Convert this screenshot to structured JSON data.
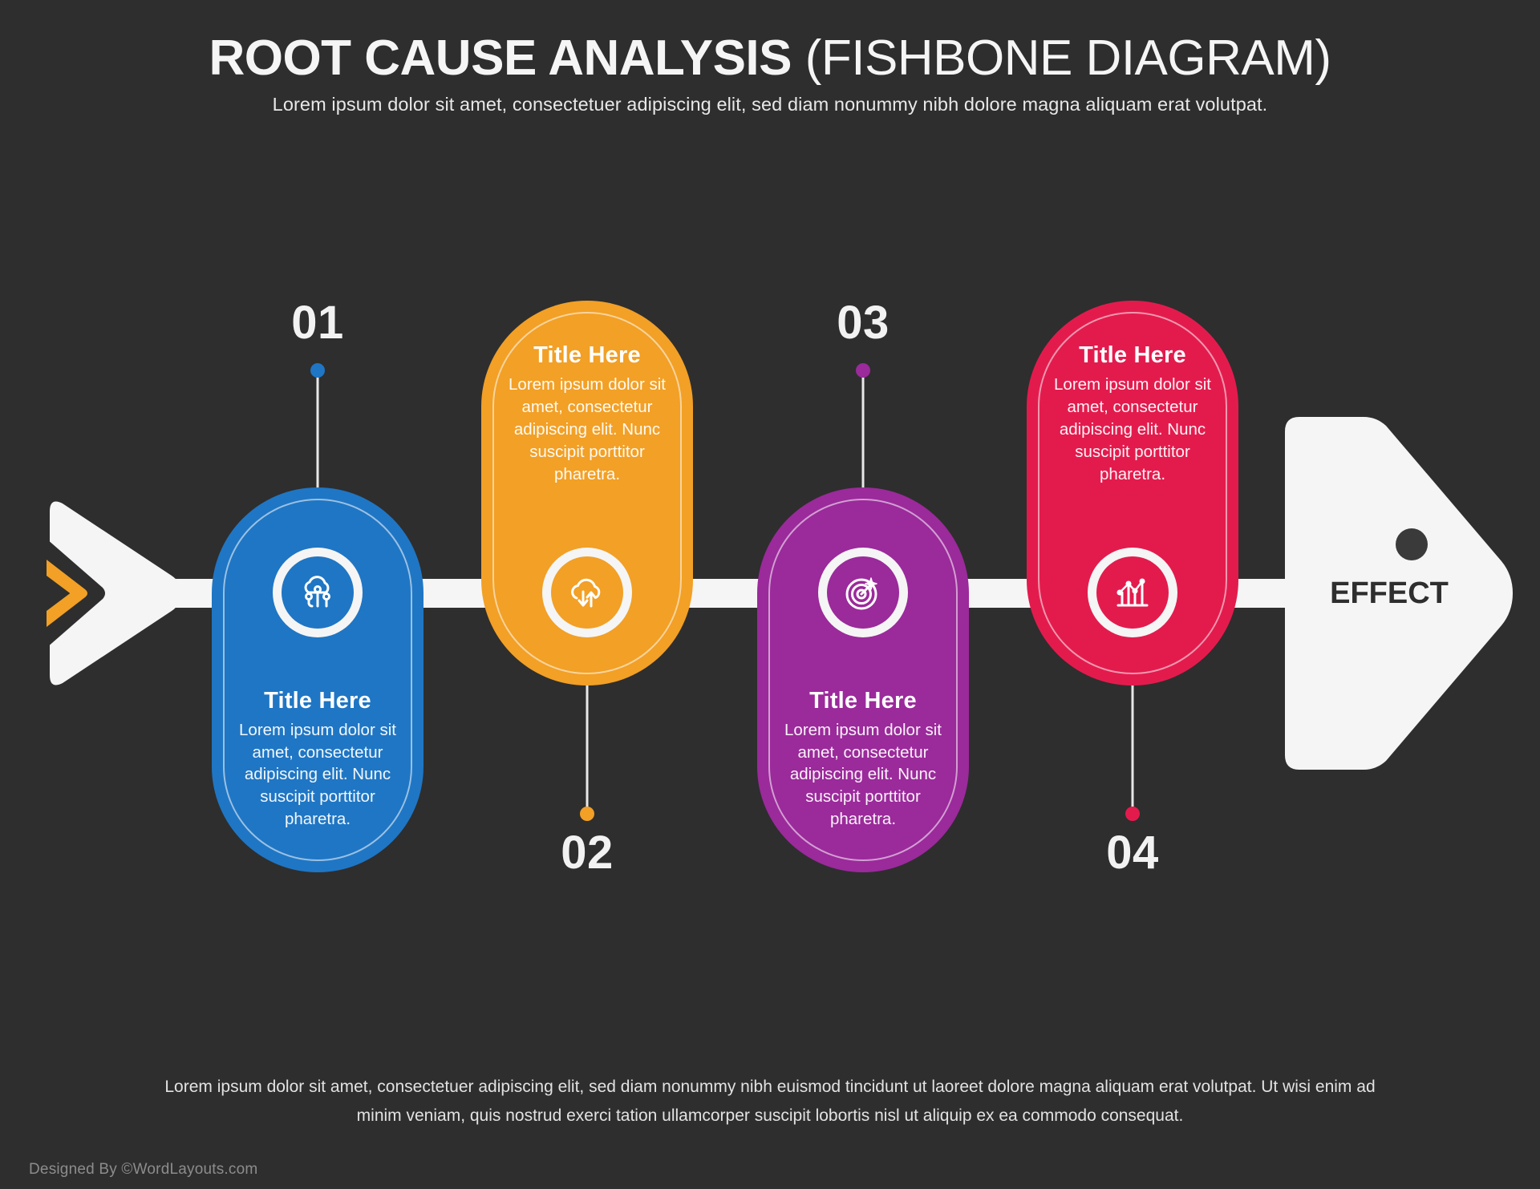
{
  "header": {
    "title_bold": "ROOT CAUSE ANALYSIS",
    "title_light": "(FISHBONE DIAGRAM)",
    "subtitle": "Lorem ipsum dolor sit amet, consectetuer adipiscing elit, sed diam nonummy nibh dolore magna aliquam erat volutpat."
  },
  "diagram": {
    "effect_label": "EFFECT",
    "colors": {
      "background": "#2e2e2e",
      "spine": "#f5f5f5",
      "tail_chevron": "#f2a026",
      "blue": "#1f76c4",
      "orange": "#f2a026",
      "purple": "#9b2a9b",
      "red": "#e31b4d"
    },
    "causes": [
      {
        "number": "01",
        "title": "Title Here",
        "body": "Lorem ipsum dolor sit amet, consectetur adipiscing elit. Nunc suscipit porttitor pharetra.",
        "color": "#1f76c4",
        "icon": "cloud-circuit-icon",
        "position": "below-spine"
      },
      {
        "number": "02",
        "title": "Title Here",
        "body": "Lorem ipsum dolor sit amet, consectetur adipiscing elit. Nunc suscipit porttitor pharetra.",
        "color": "#f2a026",
        "icon": "cloud-sync-icon",
        "position": "above-spine"
      },
      {
        "number": "03",
        "title": "Title Here",
        "body": "Lorem ipsum dolor sit amet, consectetur adipiscing elit. Nunc suscipit porttitor pharetra.",
        "color": "#9b2a9b",
        "icon": "target-dart-icon",
        "position": "below-spine"
      },
      {
        "number": "04",
        "title": "Title Here",
        "body": "Lorem ipsum dolor sit amet, consectetur adipiscing elit. Nunc suscipit porttitor pharetra.",
        "color": "#e31b4d",
        "icon": "bar-line-chart-icon",
        "position": "above-spine"
      }
    ]
  },
  "footer": {
    "line1": "Lorem ipsum dolor sit amet, consectetuer adipiscing elit, sed diam nonummy nibh euismod tincidunt ut laoreet dolore magna aliquam erat volutpat. Ut wisi enim ad",
    "line2": "minim veniam, quis nostrud exerci tation ullamcorper suscipit lobortis nisl ut aliquip ex ea commodo consequat.",
    "credit": "Designed By ©WordLayouts.com"
  }
}
